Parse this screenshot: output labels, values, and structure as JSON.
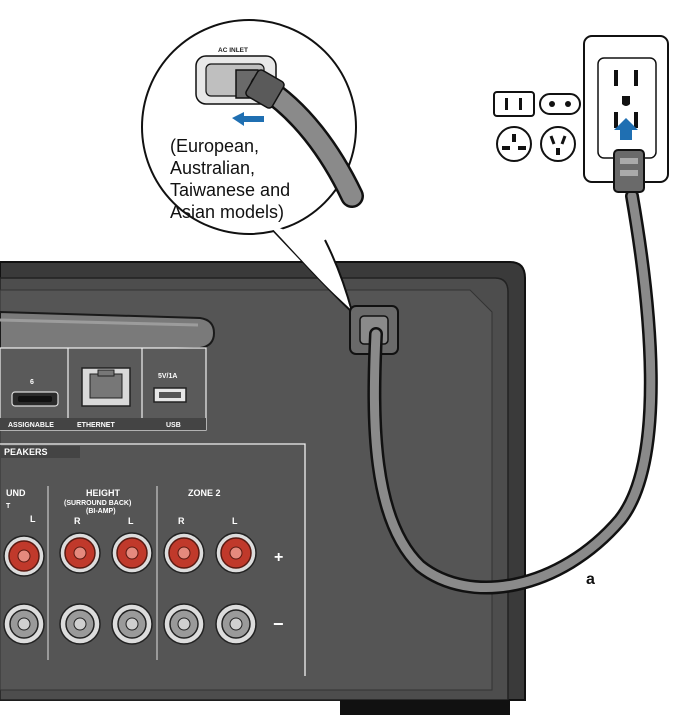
{
  "callout": {
    "ac_inlet_label": "AC INLET",
    "lines": [
      "(European,",
      "Australian,",
      "Taiwanese and",
      "Asian models)"
    ]
  },
  "panel": {
    "hdmi_number": "6",
    "hdmi_label": "ASSIGNABLE",
    "ethernet_label": "ETHERNET",
    "usb_rating": "5V/1A",
    "usb_label": "USB",
    "speakers_label": "PEAKERS",
    "col_surround": "UND",
    "col_surround_sub": "T",
    "col_height": "HEIGHT",
    "col_height_sub1": "(SURROUND BACK)",
    "col_height_sub2": "(BI-AMP)",
    "col_zone2": "ZONE 2",
    "r": "R",
    "l": "L",
    "plus": "+",
    "minus": "−"
  },
  "reference_letter": "a",
  "colors": {
    "chassis": "#4a4a4a",
    "chassis_dark": "#2f2f2f",
    "terminal_red": "#c0392b",
    "arrow_blue": "#1f6fb2",
    "cord": "#8a8a8a"
  }
}
